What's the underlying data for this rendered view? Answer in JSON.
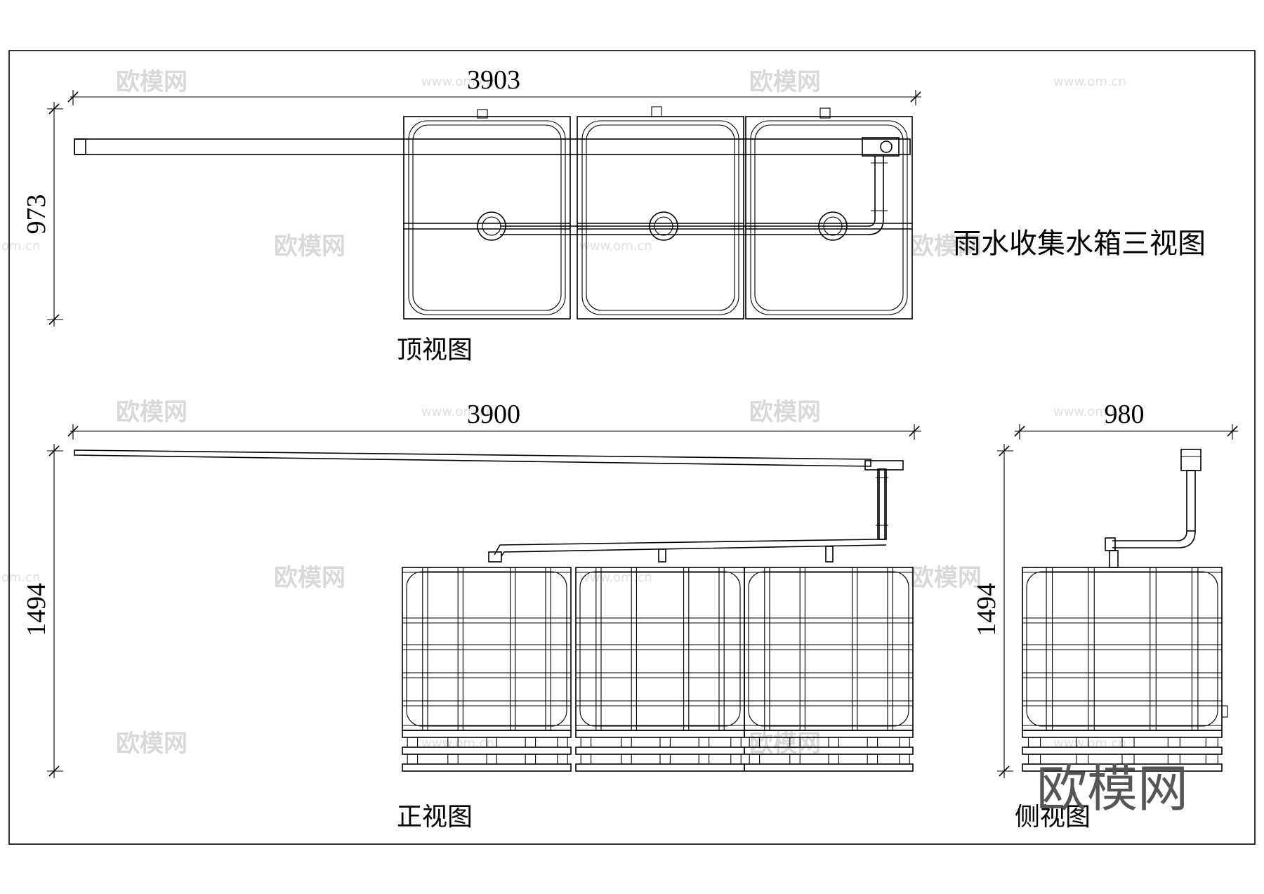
{
  "title": "雨水收集水箱三视图",
  "views": {
    "top": {
      "label": "顶视图",
      "dim_width": "3903",
      "dim_height": "973"
    },
    "front": {
      "label": "正视图",
      "dim_width": "3900",
      "dim_height": "1494"
    },
    "side": {
      "label": "侧视图",
      "dim_width": "980",
      "dim_height": "1494"
    }
  },
  "watermark": {
    "text": "欧模网",
    "url": "www.om.cn",
    "url2": "om.cn"
  }
}
